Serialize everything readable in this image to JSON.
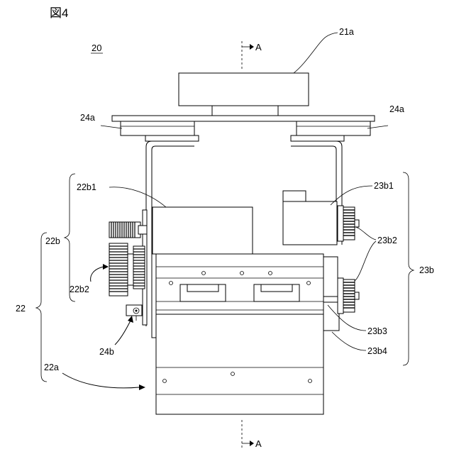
{
  "figure": {
    "title": "図4",
    "ref_main": "20",
    "section_top": "A",
    "section_bottom": "A"
  },
  "labels": {
    "l_21a": "21a",
    "l_24a_left": "24a",
    "l_24a_right": "24a",
    "l_22b1": "22b1",
    "l_23b1": "23b1",
    "l_22b": "22b",
    "l_23b2": "23b2",
    "l_23b": "23b",
    "l_22b2": "22b2",
    "l_22": "22",
    "l_24b": "24b",
    "l_23b3": "23b3",
    "l_23b4": "23b4",
    "l_22a": "22a"
  }
}
